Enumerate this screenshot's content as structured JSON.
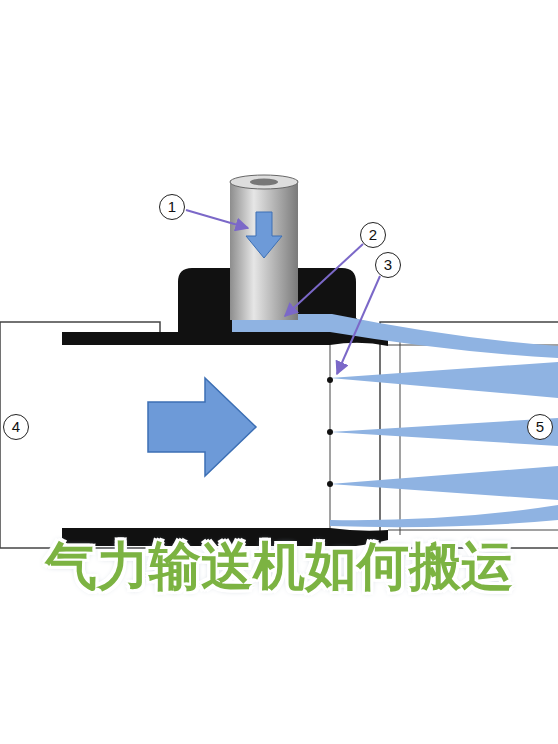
{
  "diagram": {
    "title": "气力输送机如何搬运",
    "labels": [
      "1",
      "2",
      "3",
      "4",
      "5"
    ]
  }
}
